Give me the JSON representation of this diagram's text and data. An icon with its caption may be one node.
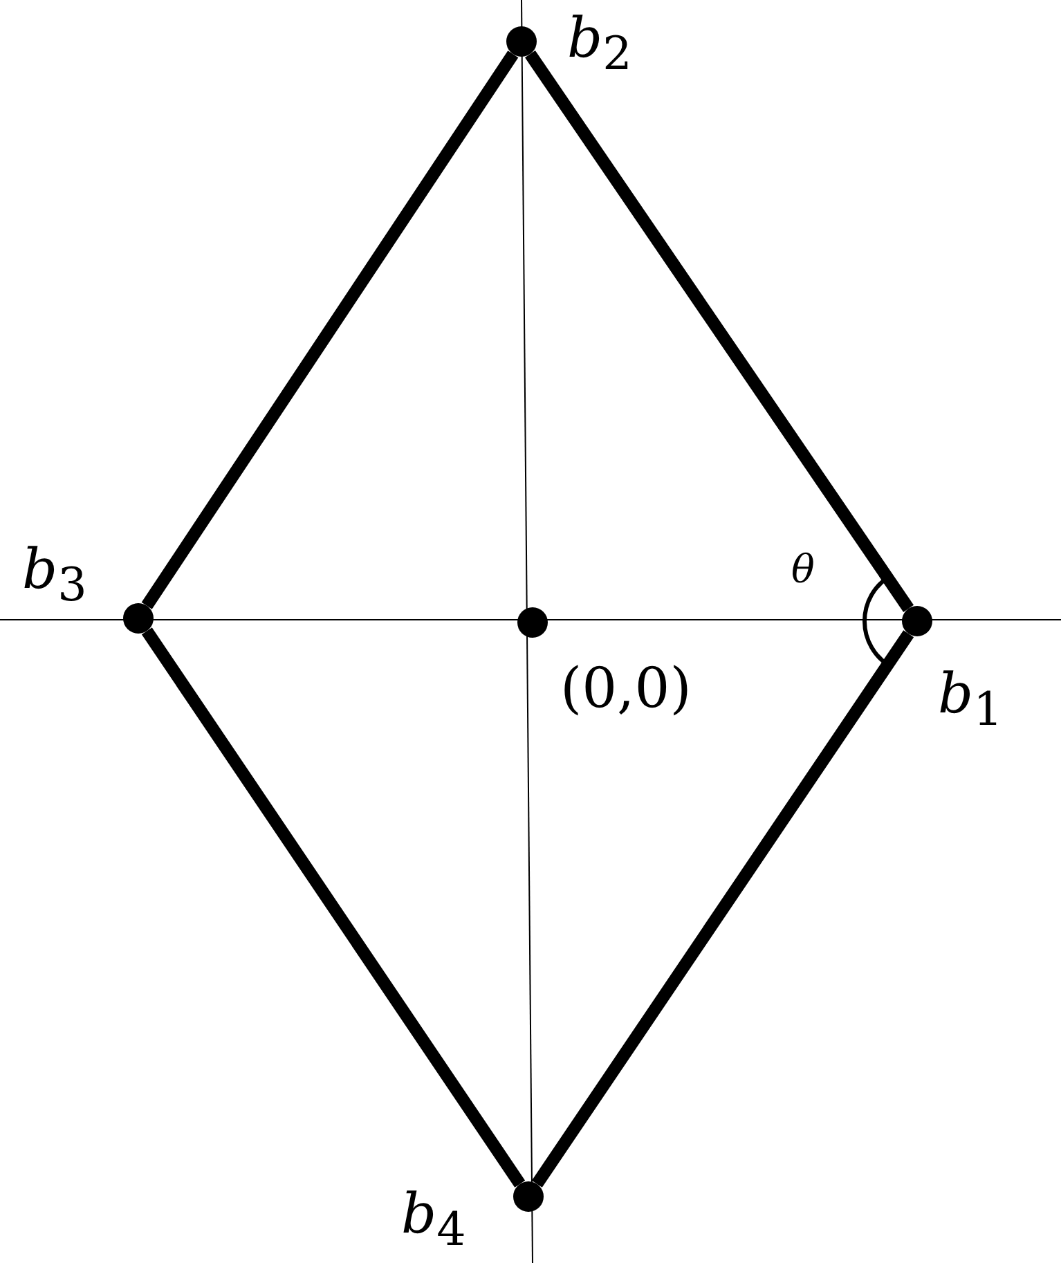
{
  "diagram": {
    "nodes": [
      {
        "text": [],
        "shape": "circle",
        "beside": [
          "*b*$_{2}$"
        ]
      },
      {
        "text": [],
        "shape": "circle",
        "beside": [
          "*b*$_{3}$"
        ]
      },
      {
        "text": [],
        "shape": "circle",
        "beside": [
          "(0,0)"
        ]
      },
      {
        "text": [],
        "shape": "circle",
        "beside": [
          "*b*$_{1}$"
        ]
      },
      {
        "text": [],
        "shape": "circle",
        "beside": [
          "*b*$_{4}$"
        ]
      }
    ],
    "edges": [
      {
        "from": 3,
        "to": 0,
        "arrow": "none"
      },
      {
        "from": 0,
        "to": 1,
        "arrow": "none"
      },
      {
        "from": 1,
        "to": 4,
        "arrow": "none"
      },
      {
        "from": 4,
        "to": 3,
        "arrow": "none"
      }
    ],
    "labels": [
      "*θ*"
    ]
  }
}
